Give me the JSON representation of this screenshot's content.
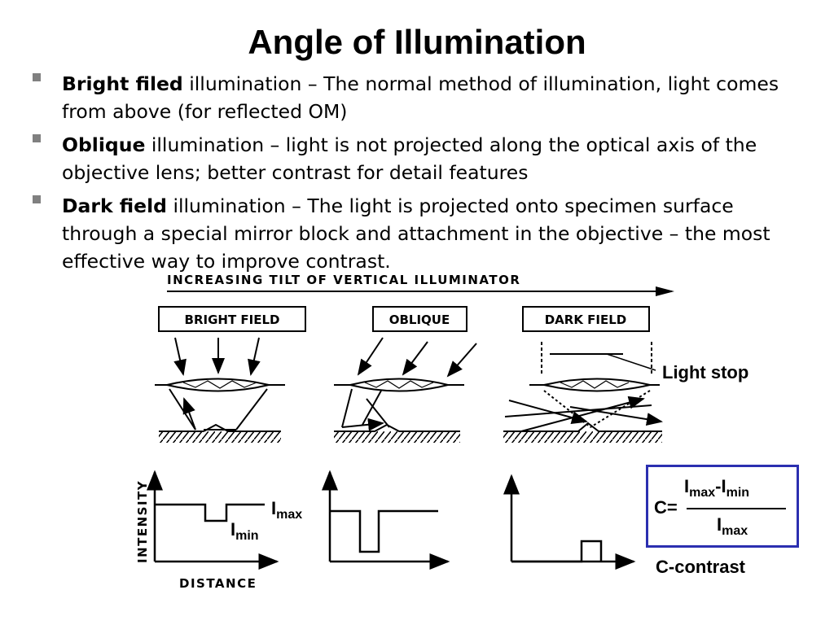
{
  "title": "Angle of Illumination",
  "bullets": [
    {
      "bold": "Bright filed",
      "text": " illumination – The normal method of illumination, light comes from above (for reflected OM)"
    },
    {
      "bold": "Oblique",
      "text": " illumination – light is not projected along the optical axis of the objective lens; better contrast for detail features"
    },
    {
      "bold": "Dark field",
      "text": " illumination – The light is projected onto specimen surface through a special mirror block and attachment in the objective – the most effective way to improve contrast."
    }
  ],
  "diagram": {
    "top_arrow_label": "INCREASING TILT OF VERTICAL ILLUMINATOR",
    "panels": [
      "BRIGHT FIELD",
      "OBLIQUE",
      "DARK FIELD"
    ],
    "light_stop_label": "Light stop",
    "y_axis_label": "INTENSITY",
    "x_axis_label": "DISTANCE",
    "i_max": "I",
    "i_max_sub": "max",
    "i_min": "I",
    "i_min_sub": "min"
  },
  "formula": {
    "lhs": "C=",
    "num_a": "I",
    "num_a_sub": "max",
    "minus": "-",
    "num_b": "I",
    "num_b_sub": "min",
    "den": "I",
    "den_sub": "max",
    "caption": "C-contrast"
  },
  "colors": {
    "box_border": "#2b2fb0",
    "bullet_marker": "#808080"
  }
}
